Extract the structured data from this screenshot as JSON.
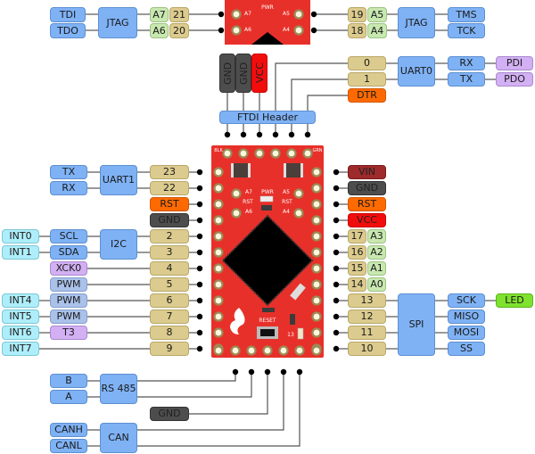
{
  "title": "Pro Micro-style board pinout diagram",
  "colors": {
    "board_red": "#e8302a",
    "function_blue": "#7fb2f5",
    "digital_tan": "#dccb8e",
    "analog_green": "#c8e8b0",
    "interrupt_cyan": "#aeeefa",
    "special_purple": "#d2b0f3",
    "pwm_blue": "#aac1ea",
    "reset_orange": "#ff6a00",
    "gnd_gray": "#4d4d4d",
    "vin_darkred": "#9e2a2b",
    "vcc_red": "#f20d0d",
    "led_green": "#7ee22e"
  },
  "top_left_jtag": {
    "signals": [
      "TDI",
      "TDO"
    ],
    "group": "JTAG",
    "analog": [
      "A7",
      "A6"
    ],
    "digital": [
      "21",
      "20"
    ]
  },
  "top_right_jtag": {
    "digital": [
      "19",
      "18"
    ],
    "analog": [
      "A5",
      "A4"
    ],
    "group": "JTAG",
    "signals": [
      "TMS",
      "TCK"
    ]
  },
  "ftdi": {
    "header_label": "FTDI Header",
    "power_pins": [
      "GND",
      "GND",
      "VCC"
    ],
    "uart_pins": [
      "0",
      "1"
    ],
    "dtr": "DTR",
    "group": "UART0",
    "signals": [
      "RX",
      "TX"
    ],
    "prog": [
      "PDI",
      "PDO"
    ]
  },
  "left_pins": [
    {
      "pin": "23",
      "func": "TX",
      "group": "UART1"
    },
    {
      "pin": "22",
      "func": "RX",
      "group": "UART1"
    },
    {
      "pin": "RST"
    },
    {
      "pin": "GND"
    },
    {
      "pin": "2",
      "func": "SCL",
      "group": "I2C",
      "int": "INT0"
    },
    {
      "pin": "3",
      "func": "SDA",
      "group": "I2C",
      "int": "INT1"
    },
    {
      "pin": "4",
      "func": "XCK0"
    },
    {
      "pin": "5",
      "func": "PWM"
    },
    {
      "pin": "6",
      "func": "PWM",
      "int": "INT4"
    },
    {
      "pin": "7",
      "func": "PWM",
      "int": "INT5"
    },
    {
      "pin": "8",
      "func": "T3",
      "int": "INT6"
    },
    {
      "pin": "9",
      "int": "INT7"
    }
  ],
  "left_groups": {
    "uart1": "UART1",
    "i2c": "I2C"
  },
  "right_pins": [
    {
      "pin": "VIN"
    },
    {
      "pin": "GND"
    },
    {
      "pin": "RST"
    },
    {
      "pin": "VCC"
    },
    {
      "pin": "17",
      "analog": "A3"
    },
    {
      "pin": "16",
      "analog": "A2"
    },
    {
      "pin": "15",
      "analog": "A1"
    },
    {
      "pin": "14",
      "analog": "A0"
    },
    {
      "pin": "13",
      "func": "SCK",
      "extra": "LED"
    },
    {
      "pin": "12",
      "func": "MISO"
    },
    {
      "pin": "11",
      "func": "MOSI"
    },
    {
      "pin": "10",
      "func": "SS"
    }
  ],
  "right_groups": {
    "spi": "SPI"
  },
  "bottom": {
    "rs485": {
      "group": "RS 485",
      "signals": [
        "B",
        "A"
      ]
    },
    "gnd": "GND",
    "can": {
      "group": "CAN",
      "signals": [
        "CANH",
        "CANL"
      ]
    }
  },
  "board": {
    "corner_left": "BLK",
    "corner_right": "GRN",
    "pwr_label": "PWR",
    "rst_label": "RST",
    "left_pads": [
      "A7",
      "A6"
    ],
    "right_pads": [
      "A5",
      "A4"
    ],
    "reset_label": "RESET",
    "led_label": "13"
  }
}
